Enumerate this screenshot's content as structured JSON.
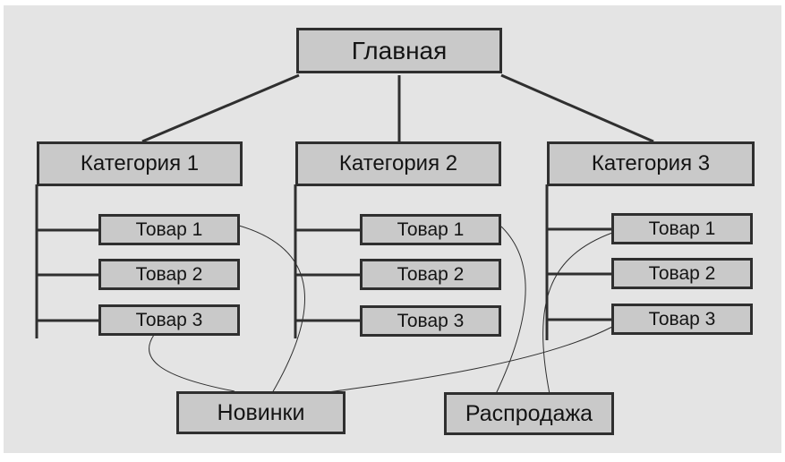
{
  "root": {
    "label": "Главная"
  },
  "categories": [
    {
      "label": "Категория 1",
      "items": [
        "Товар 1",
        "Товар 2",
        "Товар 3"
      ]
    },
    {
      "label": "Категория 2",
      "items": [
        "Товар 1",
        "Товар 2",
        "Товар 3"
      ]
    },
    {
      "label": "Категория 3",
      "items": [
        "Товар 1",
        "Товар 2",
        "Товар 3"
      ]
    }
  ],
  "tags": [
    {
      "label": "Новинки"
    },
    {
      "label": "Распродажа"
    }
  ],
  "colors": {
    "background": "#e4e4e4",
    "node_fill": "#c9c9c9",
    "stroke": "#2f2f2f"
  }
}
